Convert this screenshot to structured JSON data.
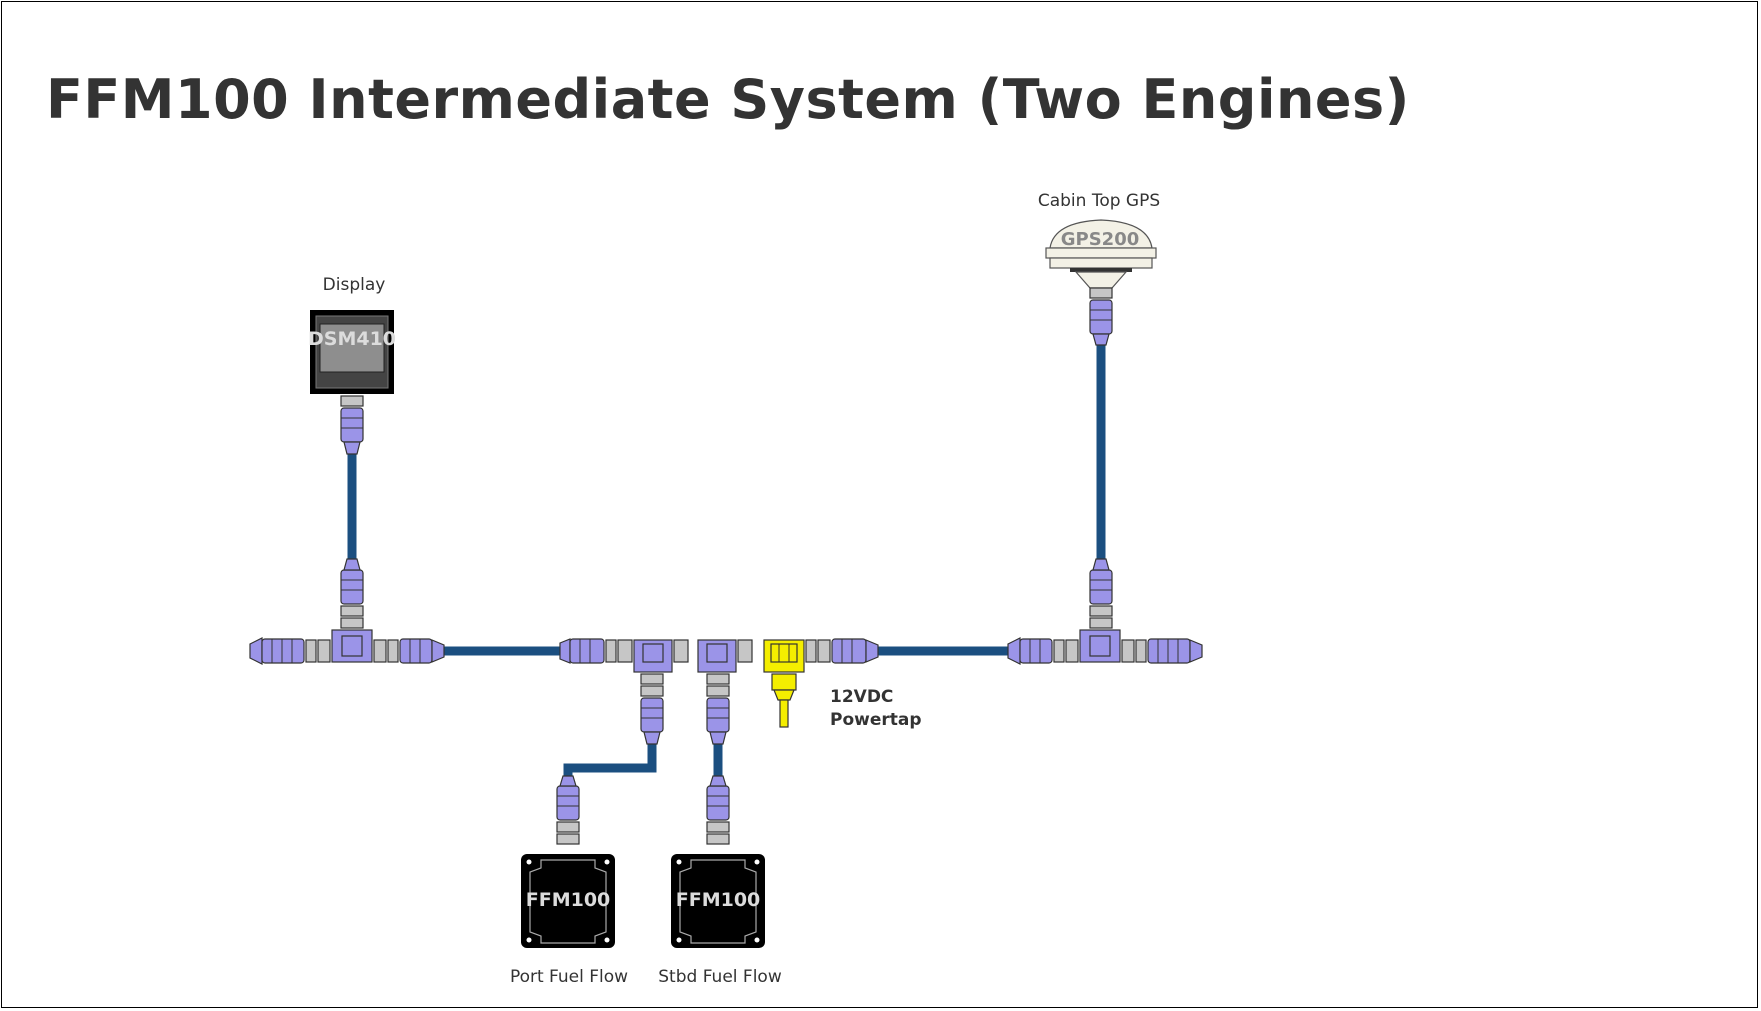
{
  "title": "FFM100 Intermediate System (Two Engines)",
  "colors": {
    "cable": "#1b4f80",
    "connector": "#9b94e8",
    "coupling": "#c6c6c6",
    "powertap": "#f4ee00",
    "device_body": "#000000",
    "title_text": "#333333"
  },
  "devices": {
    "display": {
      "label": "Display",
      "model": "DSM410"
    },
    "gps": {
      "label": "Cabin Top GPS",
      "model": "GPS200"
    },
    "port_fuel_flow": {
      "label": "Port Fuel Flow",
      "model": "FFM100"
    },
    "stbd_fuel_flow": {
      "label": "Stbd Fuel Flow",
      "model": "FFM100"
    },
    "powertap": {
      "label_line1": "12VDC",
      "label_line2": "Powertap"
    }
  }
}
